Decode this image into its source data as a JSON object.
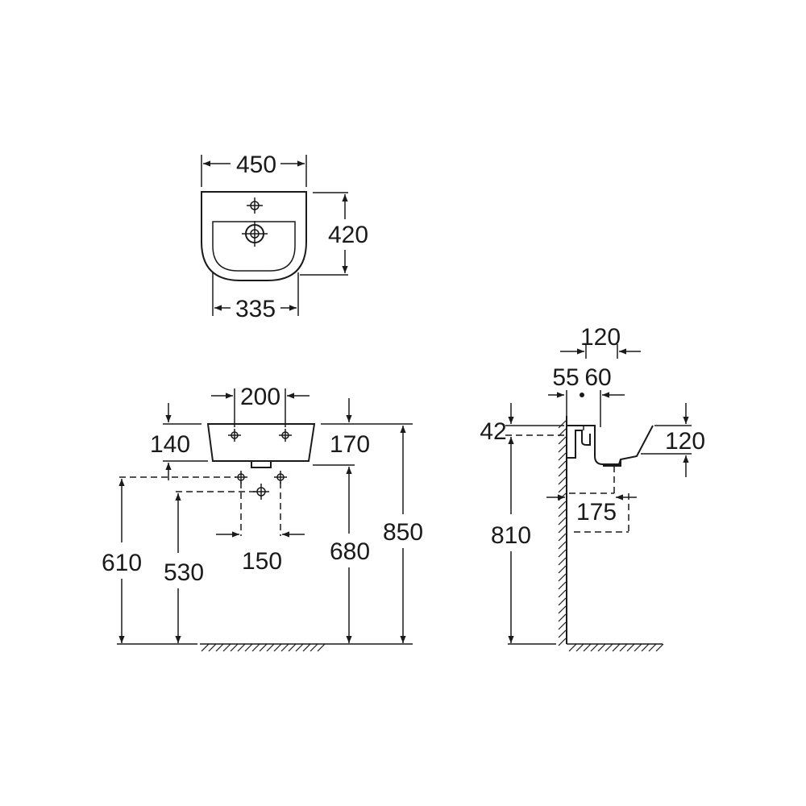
{
  "diagram": {
    "top_view": {
      "width_label": "450",
      "depth_label": "420",
      "inner_width_label": "335"
    },
    "front_view": {
      "tap_spacing_label": "200",
      "rim_height_left_label": "140",
      "rim_height_right_label": "170",
      "waste_spacing_label": "150",
      "height_610_label": "610",
      "height_530_label": "530",
      "height_680_label": "680",
      "height_850_label": "850"
    },
    "side_view": {
      "top_width_label": "120",
      "offset_label_a": "55",
      "offset_label_b": "60",
      "left_height_label": "42",
      "right_height_label": "120",
      "waste_depth_label": "175",
      "mount_height_label": "810"
    }
  },
  "colors": {
    "line": "#1a1a1a",
    "background": "#ffffff"
  }
}
